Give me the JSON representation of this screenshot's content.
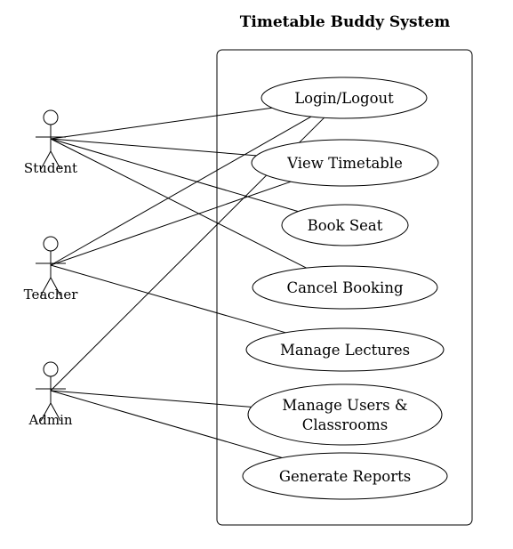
{
  "diagram": {
    "title": "Timetable Buddy System",
    "actors": [
      {
        "id": "student",
        "name": "Student"
      },
      {
        "id": "teacher",
        "name": "Teacher"
      },
      {
        "id": "admin",
        "name": "Admin"
      }
    ],
    "use_cases": [
      {
        "id": "login",
        "lines": [
          "Login/Logout"
        ]
      },
      {
        "id": "view",
        "lines": [
          "View Timetable"
        ]
      },
      {
        "id": "book",
        "lines": [
          "Book Seat"
        ]
      },
      {
        "id": "cancel",
        "lines": [
          "Cancel Booking"
        ]
      },
      {
        "id": "lectures",
        "lines": [
          "Manage Lectures"
        ]
      },
      {
        "id": "users",
        "lines": [
          "Manage Users &",
          "Classrooms"
        ]
      },
      {
        "id": "reports",
        "lines": [
          "Generate Reports"
        ]
      }
    ],
    "associations": [
      [
        "student",
        "login"
      ],
      [
        "student",
        "view"
      ],
      [
        "student",
        "book"
      ],
      [
        "student",
        "cancel"
      ],
      [
        "teacher",
        "login"
      ],
      [
        "teacher",
        "view"
      ],
      [
        "teacher",
        "lectures"
      ],
      [
        "admin",
        "login"
      ],
      [
        "admin",
        "users"
      ],
      [
        "admin",
        "reports"
      ]
    ]
  }
}
